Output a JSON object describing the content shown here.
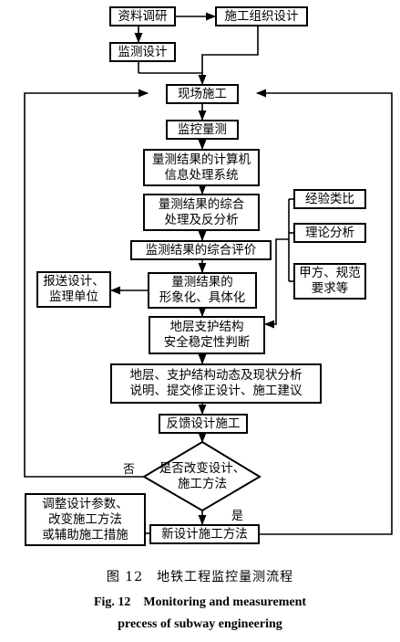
{
  "nodes": {
    "data_research": "资料调研",
    "construction_design": "施工组织设计",
    "monitoring_design": "监测设计",
    "site_construction": "现场施工",
    "monitoring_measurement": "监控量测",
    "computer_processing": [
      "量测结果的计算机",
      "信息处理系统"
    ],
    "comprehensive_analysis": [
      "量测结果的综合",
      "处理及反分析"
    ],
    "comprehensive_evaluation": "监测结果的综合评价",
    "visualization": [
      "量测结果的",
      "形象化、具体化"
    ],
    "report_units": [
      "报送设计、",
      "监理单位"
    ],
    "experience_analogy": "经验类比",
    "theoretical_analysis": "理论分析",
    "owner_requirements": [
      "甲方、规范",
      "要求等"
    ],
    "stability_judgment": [
      "地层支护结构",
      "安全稳定性判断"
    ],
    "dynamic_analysis": [
      "地层、支护结构动态及现状分析",
      "说明、提交修正设计、施工建议"
    ],
    "feedback_design": "反馈设计施工",
    "decision": [
      "是否改变设计、",
      "施工方法"
    ],
    "adjust_params": [
      "调整设计参数、",
      "改变施工方法",
      "或辅助施工措施"
    ],
    "new_method": "新设计施工方法"
  },
  "labels": {
    "no": "否",
    "yes": "是"
  },
  "caption": {
    "zh": "图 12　地铁工程监控量测流程",
    "en_line1": "Fig. 12　Monitoring and measurement",
    "en_line2": "precess of subway engineering"
  }
}
